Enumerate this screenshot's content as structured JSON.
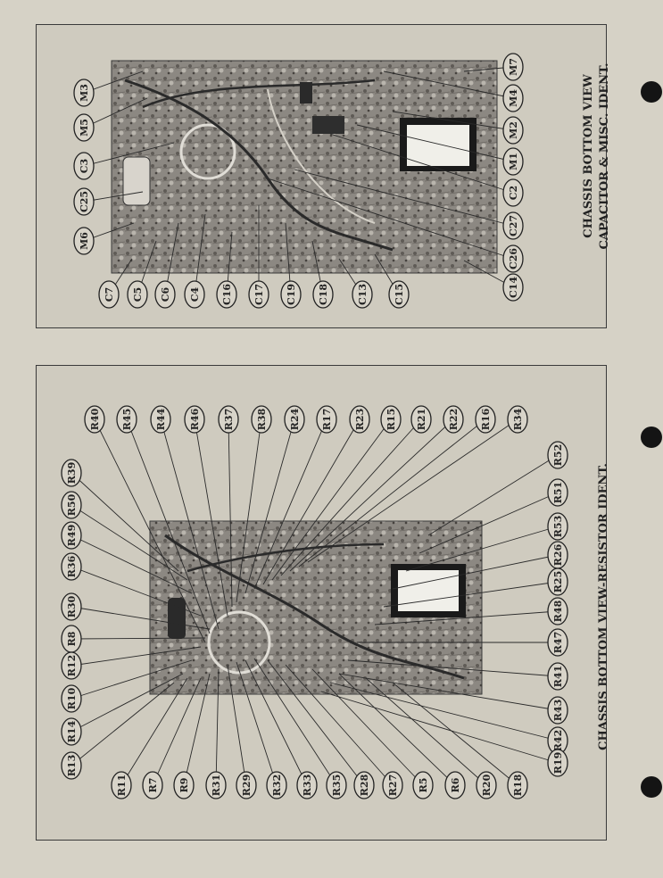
{
  "top_panel": {
    "caption_line1": "CHASSIS BOTTOM VIEW",
    "caption_line2": "CAPACITOR & MISC. IDENT.",
    "labels_top": [
      "M3",
      "M5",
      "C3",
      "C25",
      "M6"
    ],
    "labels_bottom": [
      "C7",
      "C5",
      "C6",
      "C4",
      "C16",
      "C17",
      "C19",
      "C18",
      "C13",
      "C15",
      "C14"
    ],
    "labels_right": [
      "M7",
      "M4",
      "M2",
      "M1",
      "C2",
      "C27",
      "C26"
    ]
  },
  "bottom_panel": {
    "caption": "CHASSIS BOTTOM VIEW-RESISTOR IDENT.",
    "labels_top": [
      "R40",
      "R45",
      "R44",
      "R46",
      "R37",
      "R38",
      "R24",
      "R17",
      "R23",
      "R15",
      "R21",
      "R22",
      "R16",
      "R34"
    ],
    "labels_left": [
      "R39",
      "R50",
      "R49",
      "R36",
      "R30",
      "R8",
      "R12",
      "R10",
      "R14",
      "R13"
    ],
    "labels_bottom": [
      "R11",
      "R7",
      "R9",
      "R31",
      "R29",
      "R32",
      "R33",
      "R35",
      "R28",
      "R27",
      "R5",
      "R6",
      "R20",
      "R18"
    ],
    "labels_right": [
      "R52",
      "R51",
      "R53",
      "R26",
      "R25",
      "R48",
      "R47",
      "R41",
      "R43",
      "R42",
      "R19"
    ]
  },
  "colors": {
    "paper": "#d6d2c6",
    "ink": "#222222",
    "photo": "#8a8680"
  }
}
